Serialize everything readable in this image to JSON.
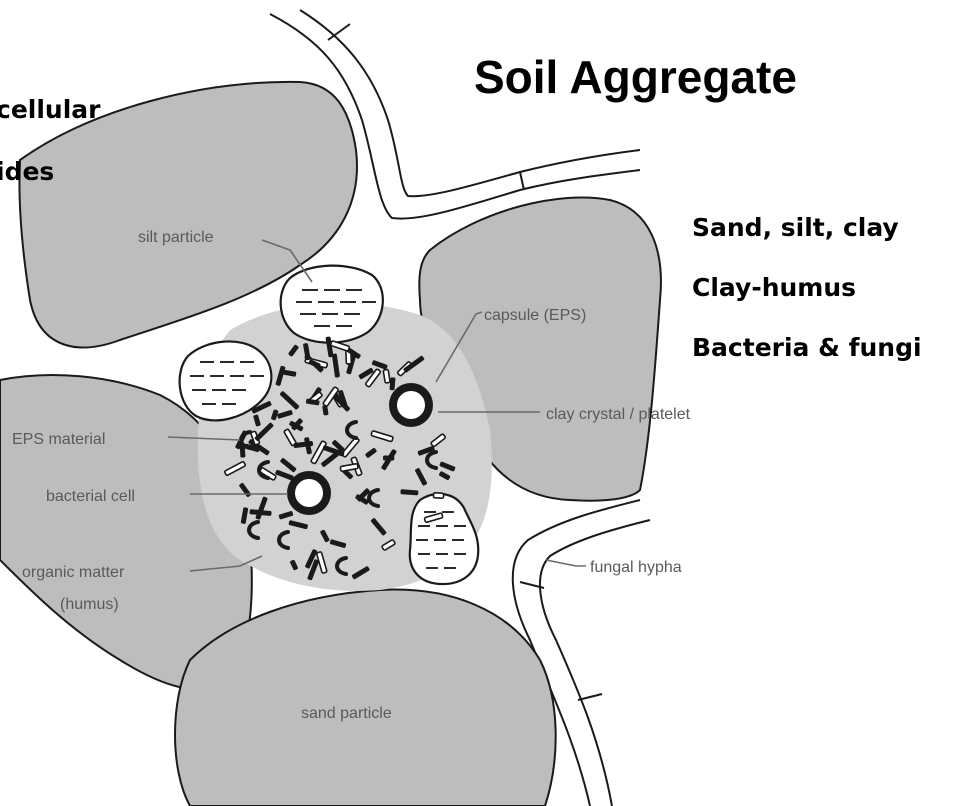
{
  "title": "Soil Aggregate",
  "left_text": [
    "cellular",
    "ides"
  ],
  "right_list": [
    "Sand, silt, clay",
    "Clay-humus",
    "Bacteria & fungi"
  ],
  "labels": {
    "silt_particle": "silt particle",
    "capsule": "capsule (EPS)",
    "clay_crystal": "clay crystal / platelet",
    "eps_material": "EPS material",
    "bacterial_cell": "bacterial cell",
    "organic_matter_1": "organic matter",
    "organic_matter_2": "(humus)",
    "fungal_hypha": "fungal hypha",
    "sand_particle": "sand particle"
  },
  "colors": {
    "grain_fill": "#bdbdbd",
    "aggregate_fill": "#d2d2d2",
    "outline": "#1a1a1a",
    "label_text": "#5a5a5a"
  }
}
